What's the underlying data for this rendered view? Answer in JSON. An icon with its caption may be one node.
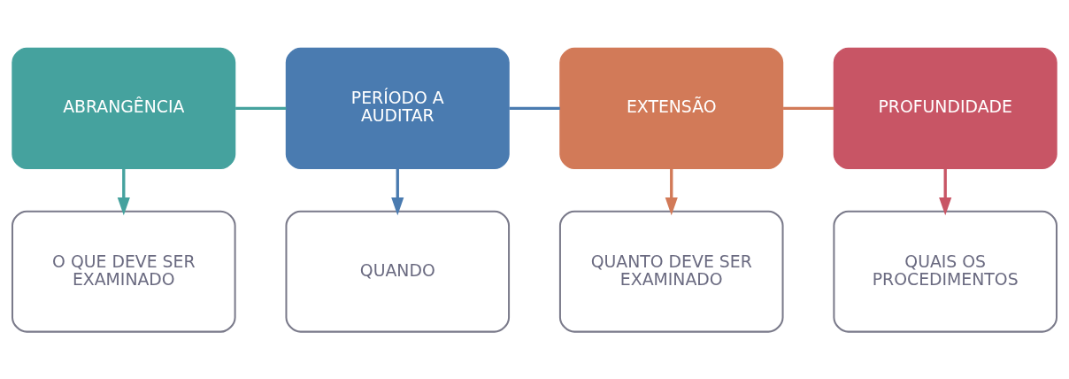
{
  "diagram": {
    "nodes": [
      {
        "text": [
          "ABRANGÊNCIA"
        ]
      },
      {
        "text": [
          "PERÍODO A AUDITAR"
        ]
      },
      {
        "text": [
          "EXTENSÃO"
        ]
      },
      {
        "text": [
          "PROFUNDIDADE"
        ]
      },
      {
        "text": [
          "O QUE DEVE SER EXAMINADO"
        ]
      },
      {
        "text": [
          "QUANDO"
        ]
      },
      {
        "text": [
          "QUANTO DEVE SER EXAMINADO"
        ]
      },
      {
        "text": [
          "QUAIS OS PROCEDIMENTOS"
        ]
      }
    ],
    "edges": [
      {
        "from": 0,
        "to": 1,
        "arrow": "none",
        "color": "#45a29e"
      },
      {
        "from": 1,
        "to": 2,
        "arrow": "none",
        "color": "#4a7bb0"
      },
      {
        "from": 2,
        "to": 3,
        "arrow": "none",
        "color": "#d27a58"
      },
      {
        "from": 0,
        "to": 4,
        "arrow": "to",
        "color": "#45a29e"
      },
      {
        "from": 1,
        "to": 5,
        "arrow": "to",
        "color": "#4a7bb0"
      },
      {
        "from": 2,
        "to": 6,
        "arrow": "to",
        "color": "#d27a58"
      },
      {
        "from": 3,
        "to": 7,
        "arrow": "to",
        "color": "#c85565"
      }
    ]
  }
}
